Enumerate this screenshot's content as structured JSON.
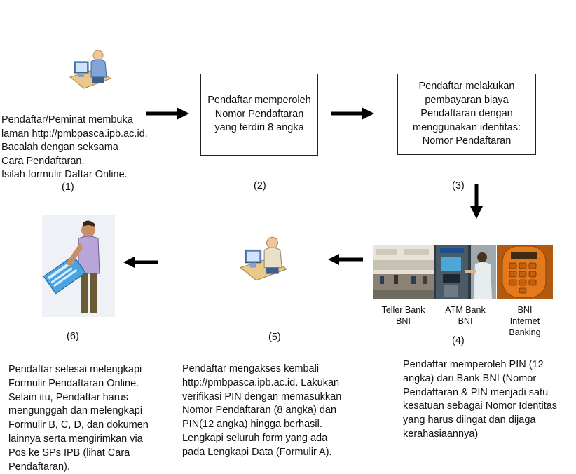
{
  "step1": {
    "lines": [
      "Pendaftar/Peminat membuka",
      "laman http://pmbpasca.ipb.ac.id.",
      "Bacalah dengan seksama",
      "Cara Pendaftaran.",
      "Isilah formulir Daftar Online."
    ],
    "number": "(1)"
  },
  "step2": {
    "lines": [
      "Pendaftar memperoleh",
      "Nomor Pendaftaran",
      "yang terdiri 8 angka"
    ],
    "number": "(2)"
  },
  "step3": {
    "lines": [
      "Pendaftar melakukan",
      "pembayaran biaya",
      "Pendaftaran dengan",
      "menggunakan identitas:",
      "Nomor Pendaftaran"
    ],
    "number": "(3)"
  },
  "step4": {
    "channels": [
      {
        "lines": [
          "Teller Bank",
          "BNI"
        ]
      },
      {
        "lines": [
          "ATM Bank",
          "BNI"
        ]
      },
      {
        "lines": [
          "BNI",
          "Internet",
          "Banking"
        ]
      }
    ],
    "number": "(4)",
    "lines": [
      "Pendaftar memperoleh PIN (12",
      "angka) dari Bank BNI (Nomor",
      "Pendaftaran & PIN menjadi satu",
      "kesatuan sebagai Nomor Identitas",
      "yang harus diingat dan dijaga",
      "kerahasiaannya)"
    ]
  },
  "step5": {
    "number": "(5)",
    "lines": [
      "Pendaftar mengakses kembali",
      "http://pmbpasca.ipb.ac.id. Lakukan",
      "verifikasi PIN dengan memasukkan",
      "Nomor Pendaftaran (8 angka) dan",
      "PIN(12 angka) hingga berhasil.",
      "Lengkapi seluruh form yang ada",
      "pada Lengkapi Data (Formulir A)."
    ]
  },
  "step6": {
    "number": "(6)",
    "lines": [
      "Pendaftar selesai melengkapi",
      "Formulir Pendaftaran Online.",
      "Selain itu, Pendaftar harus",
      "mengunggah dan melengkapi",
      "Formulir B, C, D, dan dokumen",
      "lainnya serta mengirimkan via",
      "Pos ke SPs IPB (lihat Cara",
      "Pendaftaran)."
    ]
  },
  "colors": {
    "arrow": "#000000",
    "box_border": "#222222"
  },
  "icons": [
    "computer-user-icon",
    "bank-teller-photo",
    "atm-photo",
    "keypad-token-photo",
    "person-with-document-icon"
  ]
}
